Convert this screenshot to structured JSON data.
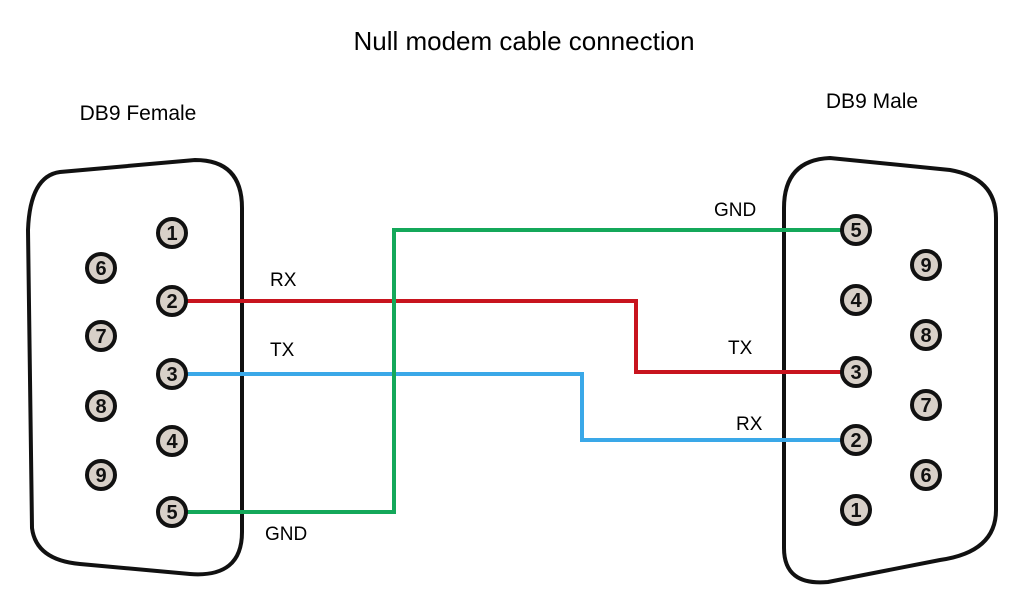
{
  "title": "Null modem cable connection",
  "left_connector": {
    "label": "DB9 Female",
    "pins": [
      "1",
      "2",
      "3",
      "4",
      "5",
      "6",
      "7",
      "8",
      "9"
    ]
  },
  "right_connector": {
    "label": "DB9 Male",
    "pins": [
      "1",
      "2",
      "3",
      "4",
      "5",
      "6",
      "7",
      "8",
      "9"
    ]
  },
  "wires": [
    {
      "from_pin": "2",
      "to_pin": "3",
      "left_label": "RX",
      "right_label": "TX",
      "color": "#c8141e"
    },
    {
      "from_pin": "3",
      "to_pin": "2",
      "left_label": "TX",
      "right_label": "RX",
      "color": "#3aa8e8"
    },
    {
      "from_pin": "5",
      "to_pin": "5",
      "left_label": "GND",
      "right_label": "GND",
      "color": "#14a85a"
    }
  ],
  "colors": {
    "pin_fill": "#d8d0c8",
    "outline": "#111111"
  }
}
